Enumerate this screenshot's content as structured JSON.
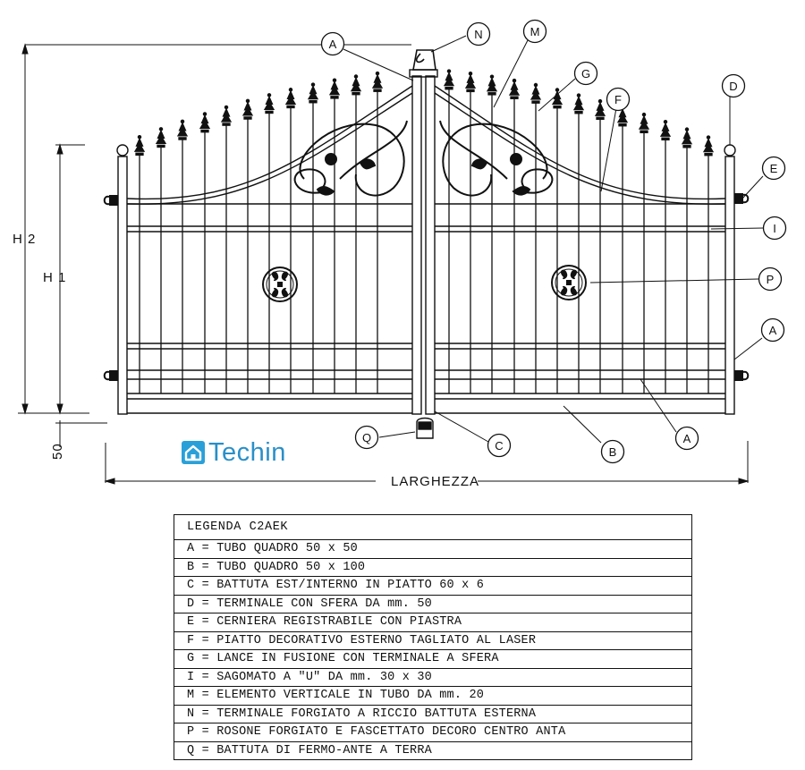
{
  "dimensions": {
    "h2": "H 2",
    "h1": "H 1",
    "base": "50",
    "width": "LARGHEZZA"
  },
  "callouts": [
    "A",
    "N",
    "M",
    "G",
    "F",
    "D",
    "E",
    "I",
    "P",
    "A",
    "A",
    "B",
    "C",
    "Q"
  ],
  "logo": {
    "text": "Techin",
    "icon": "house-icon",
    "color": "#2a8fc8"
  },
  "legend": {
    "title": "LEGENDA C2AEK",
    "items": [
      "A = TUBO QUADRO 50 x 50",
      "B = TUBO QUADRO 50 x 100",
      "C = BATTUTA EST/INTERNO IN PIATTO 60 x 6",
      "D = TERMINALE CON SFERA DA mm. 50",
      "E = CERNIERA REGISTRABILE CON PIASTRA",
      "F = PIATTO DECORATIVO ESTERNO TAGLIATO AL LASER",
      "G = LANCE IN FUSIONE CON TERMINALE A SFERA",
      "I = SAGOMATO A \"U\" DA mm. 30 x 30",
      "M = ELEMENTO VERTICALE IN TUBO DA mm. 20",
      "N = TERMINALE FORGIATO A RICCIO BATTUTA ESTERNA",
      "P = ROSONE FORGIATO E FASCETTATO DECORO CENTRO ANTA",
      "Q = BATTUTA DI FERMO-ANTE A TERRA"
    ]
  }
}
